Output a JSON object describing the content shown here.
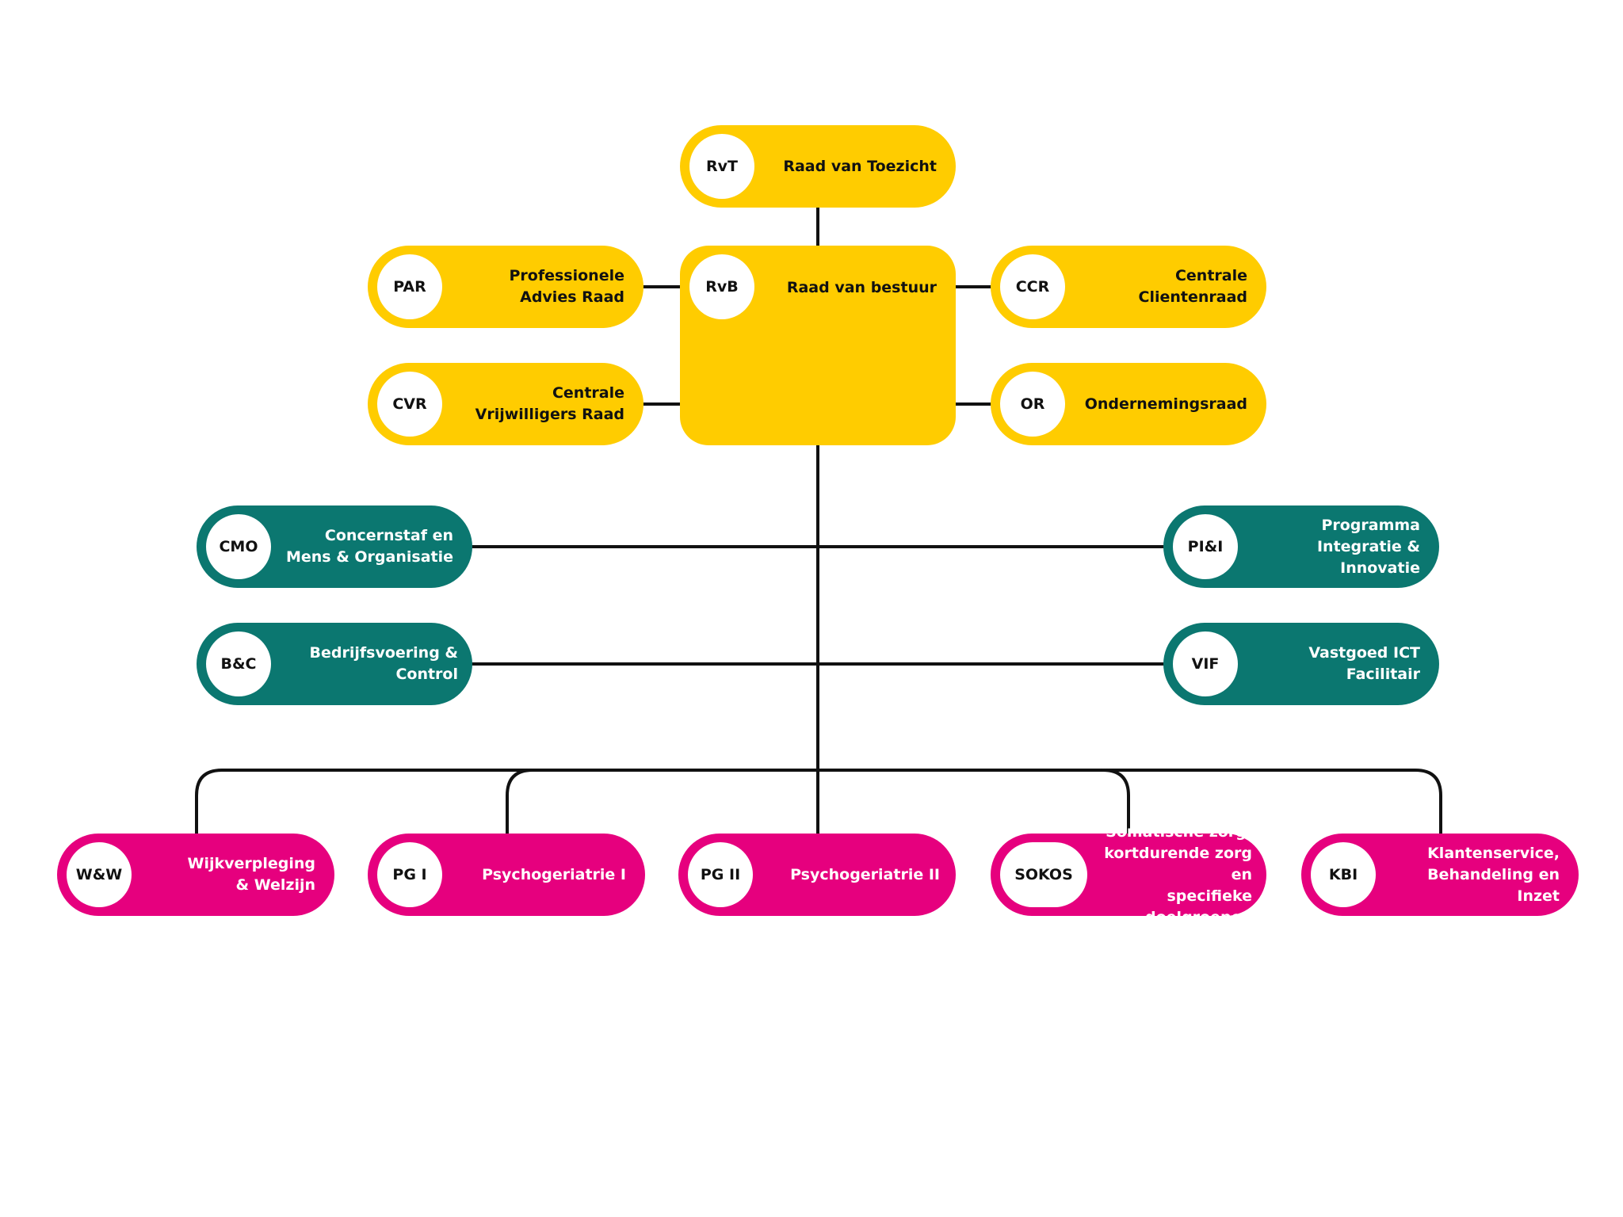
{
  "colors": {
    "board": "#ffcc00",
    "staff": "#0b7770",
    "care_units": "#e6007e",
    "lines": "#111111"
  },
  "board": {
    "rvt": {
      "abbr": "RvT",
      "name": "Raad van Toezicht"
    },
    "rvb": {
      "abbr": "RvB",
      "name": "Raad van bestuur"
    },
    "par": {
      "abbr": "PAR",
      "name": "Professionele\nAdvies Raad"
    },
    "cvr": {
      "abbr": "CVR",
      "name": "Centrale\nVrijwilligers Raad"
    },
    "ccr": {
      "abbr": "CCR",
      "name": "Centrale Clientenraad"
    },
    "or": {
      "abbr": "OR",
      "name": "Ondernemingsraad"
    }
  },
  "staff": {
    "cmo": {
      "abbr": "CMO",
      "name": "Concernstaf en\nMens & Organisatie"
    },
    "bc": {
      "abbr": "B&C",
      "name": "Bedrijfsvoering & Control"
    },
    "pii": {
      "abbr": "PI&I",
      "name": "Programma\nIntegratie & Innovatie"
    },
    "vif": {
      "abbr": "VIF",
      "name": "Vastgoed ICT Facilitair"
    }
  },
  "care_units": {
    "ww": {
      "abbr": "W&W",
      "name": "Wijkverpleging\n& Welzijn"
    },
    "pg1": {
      "abbr": "PG I",
      "name": "Psychogeriatrie I"
    },
    "pg2": {
      "abbr": "PG II",
      "name": "Psychogeriatrie II"
    },
    "sokos": {
      "abbr": "SOKOS",
      "name": "Somatische zorg,\nkortdurende zorg en\nspecifieke doelgroepen"
    },
    "kbi": {
      "abbr": "KBI",
      "name": "Klantenservice,\nBehandeling en Inzet"
    }
  }
}
